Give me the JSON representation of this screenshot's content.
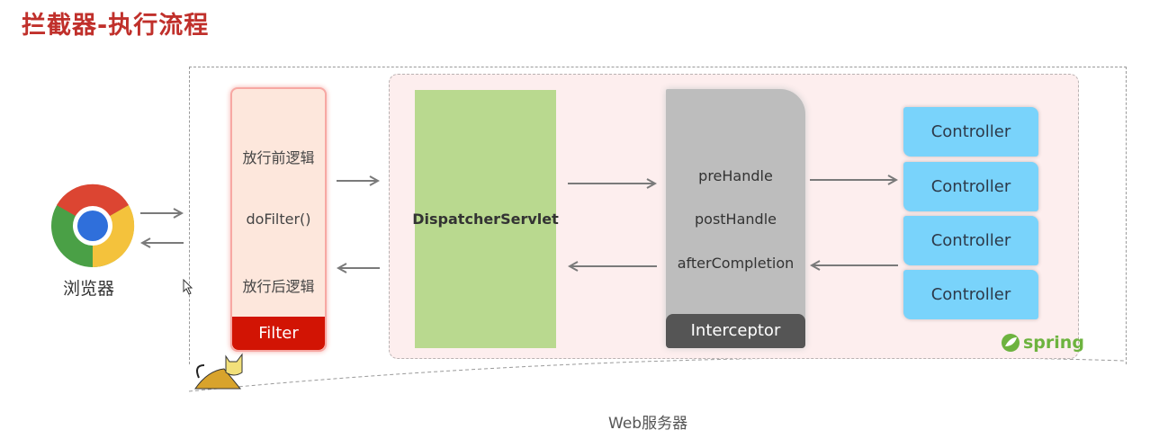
{
  "title": "拦截器-执行流程",
  "browser": {
    "label": "浏览器",
    "icon": "chrome-icon"
  },
  "web_server": {
    "label": "Web服务器",
    "icon": "tomcat-icon"
  },
  "filter": {
    "before": "放行前逻辑",
    "method": "doFilter()",
    "after": "放行后逻辑",
    "badge": "Filter"
  },
  "dispatcher": {
    "label": "DispatcherServlet"
  },
  "interceptor": {
    "methods": [
      "preHandle",
      "postHandle",
      "afterCompletion"
    ],
    "badge": "Interceptor"
  },
  "controllers": [
    "Controller",
    "Controller",
    "Controller",
    "Controller"
  ],
  "spring": {
    "label": "spring",
    "icon": "spring-leaf-icon"
  },
  "colors": {
    "title": "#c0302b",
    "filter_badge": "#d21404",
    "dispatcher": "#b9d98f",
    "interceptor": "#bdbdbd",
    "interceptor_badge": "#555555",
    "controller": "#79d3fb",
    "spring": "#6db33f"
  }
}
